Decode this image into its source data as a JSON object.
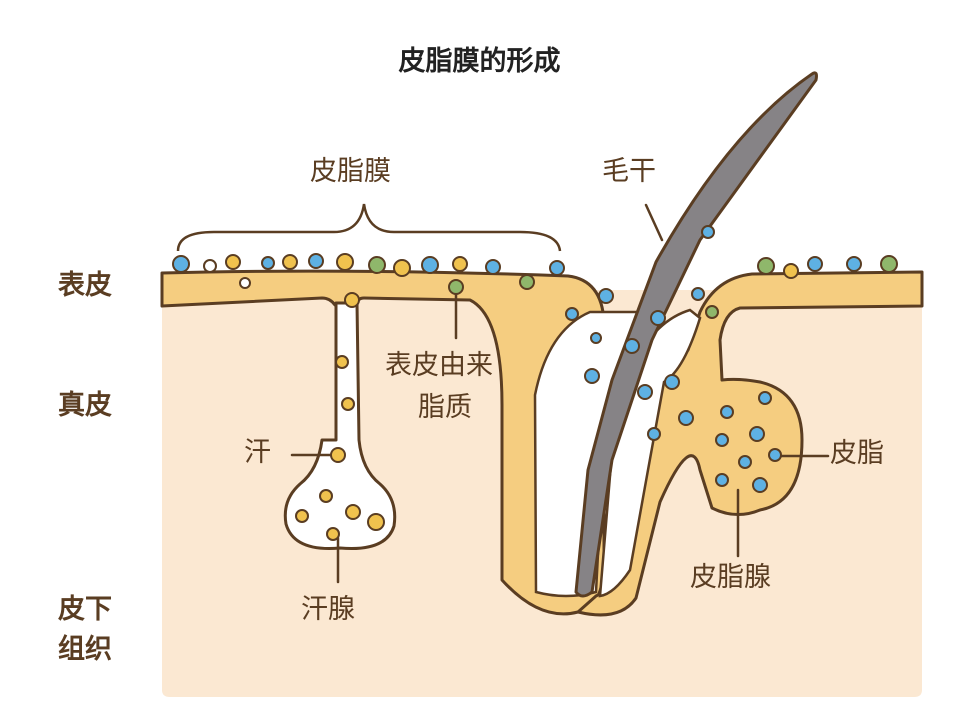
{
  "title": "皮脂膜的形成",
  "layers": {
    "epidermis": "表皮",
    "dermis": "真皮",
    "subcutaneous_line1": "皮下",
    "subcutaneous_line2": "组织"
  },
  "labels": {
    "sebum_film": "皮脂膜",
    "hair_shaft": "毛干",
    "epidermal_lipids_line1": "表皮由来",
    "epidermal_lipids_line2": "脂质",
    "sweat": "汗",
    "sweat_gland": "汗腺",
    "sebum": "皮脂",
    "sebaceous_gland": "皮脂腺"
  },
  "colors": {
    "dermis": "#fbe8d2",
    "epidermis": "#f5cd80",
    "outline": "#5a3d22",
    "hair": "#868386",
    "droplet_blue": "#5eb1e3",
    "droplet_yellow": "#f0c24e",
    "droplet_green": "#8fb76b",
    "label_text": "#5a3d22",
    "title_text": "#222222"
  }
}
